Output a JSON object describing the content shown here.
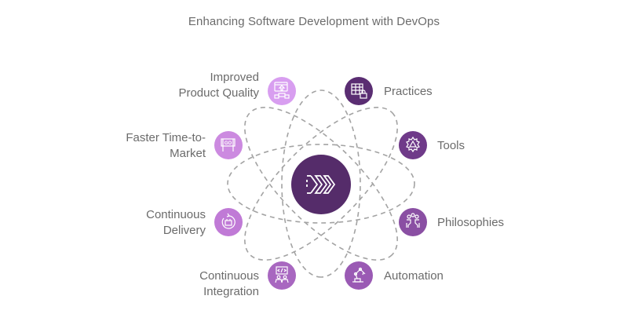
{
  "title": "Enhancing Software Development with DevOps",
  "center": {
    "icon": "devops-arrows-icon",
    "color": "#552c6a"
  },
  "nodes": [
    {
      "id": "improved-product-quality",
      "label_line1": "Improved",
      "label_line2": "Product Quality",
      "icon": "product-quality-icon",
      "color": "#d89ef0",
      "side": "left"
    },
    {
      "id": "practices",
      "label_line1": "Practices",
      "label_line2": "",
      "icon": "spreadsheet-lock-icon",
      "color": "#5a2d72",
      "side": "right"
    },
    {
      "id": "tools",
      "label_line1": "Tools",
      "label_line2": "",
      "icon": "gear-tools-icon",
      "color": "#6f3a89",
      "side": "right"
    },
    {
      "id": "philosophies",
      "label_line1": "Philosophies",
      "label_line2": "",
      "icon": "team-ideas-icon",
      "color": "#8a4fa3",
      "side": "right"
    },
    {
      "id": "automation",
      "label_line1": "Automation",
      "label_line2": "",
      "icon": "robot-arm-icon",
      "color": "#9a5ab4",
      "side": "right"
    },
    {
      "id": "continuous-integration",
      "label_line1": "Continuous",
      "label_line2": "Integration",
      "icon": "code-team-icon",
      "color": "#a867c0",
      "side": "left"
    },
    {
      "id": "continuous-delivery",
      "label_line1": "Continuous",
      "label_line2": "Delivery",
      "icon": "delivery-cycle-icon",
      "color": "#c07ad6",
      "side": "left"
    },
    {
      "id": "faster-time-to-market",
      "label_line1": "Faster Time-to-",
      "label_line2": "Market",
      "icon": "go-sign-icon",
      "color": "#cc8ae0",
      "side": "left"
    }
  ],
  "orbit_color": "#a3a3a3"
}
